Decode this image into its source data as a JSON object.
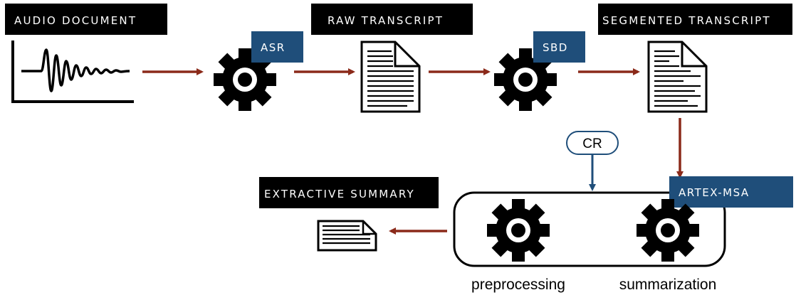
{
  "labels": {
    "audio_document": "AUDIO DOCUMENT",
    "raw_transcript": "RAW TRANSCRIPT",
    "segmented_transcript": "SEGMENTED TRANSCRIPT",
    "extractive_summary": "EXTRACTIVE SUMMARY",
    "asr": "ASR",
    "sbd": "SBD",
    "artex_msa": "ARTEX-MSA",
    "cr": "CR",
    "preprocessing": "preprocessing",
    "summarization": "summarization"
  },
  "colors": {
    "label_black": "#000000",
    "label_blue": "#1f4e7a",
    "arrow_red": "#8b2a1a",
    "arrow_blue": "#1f4e7a",
    "gear": "#000000"
  }
}
